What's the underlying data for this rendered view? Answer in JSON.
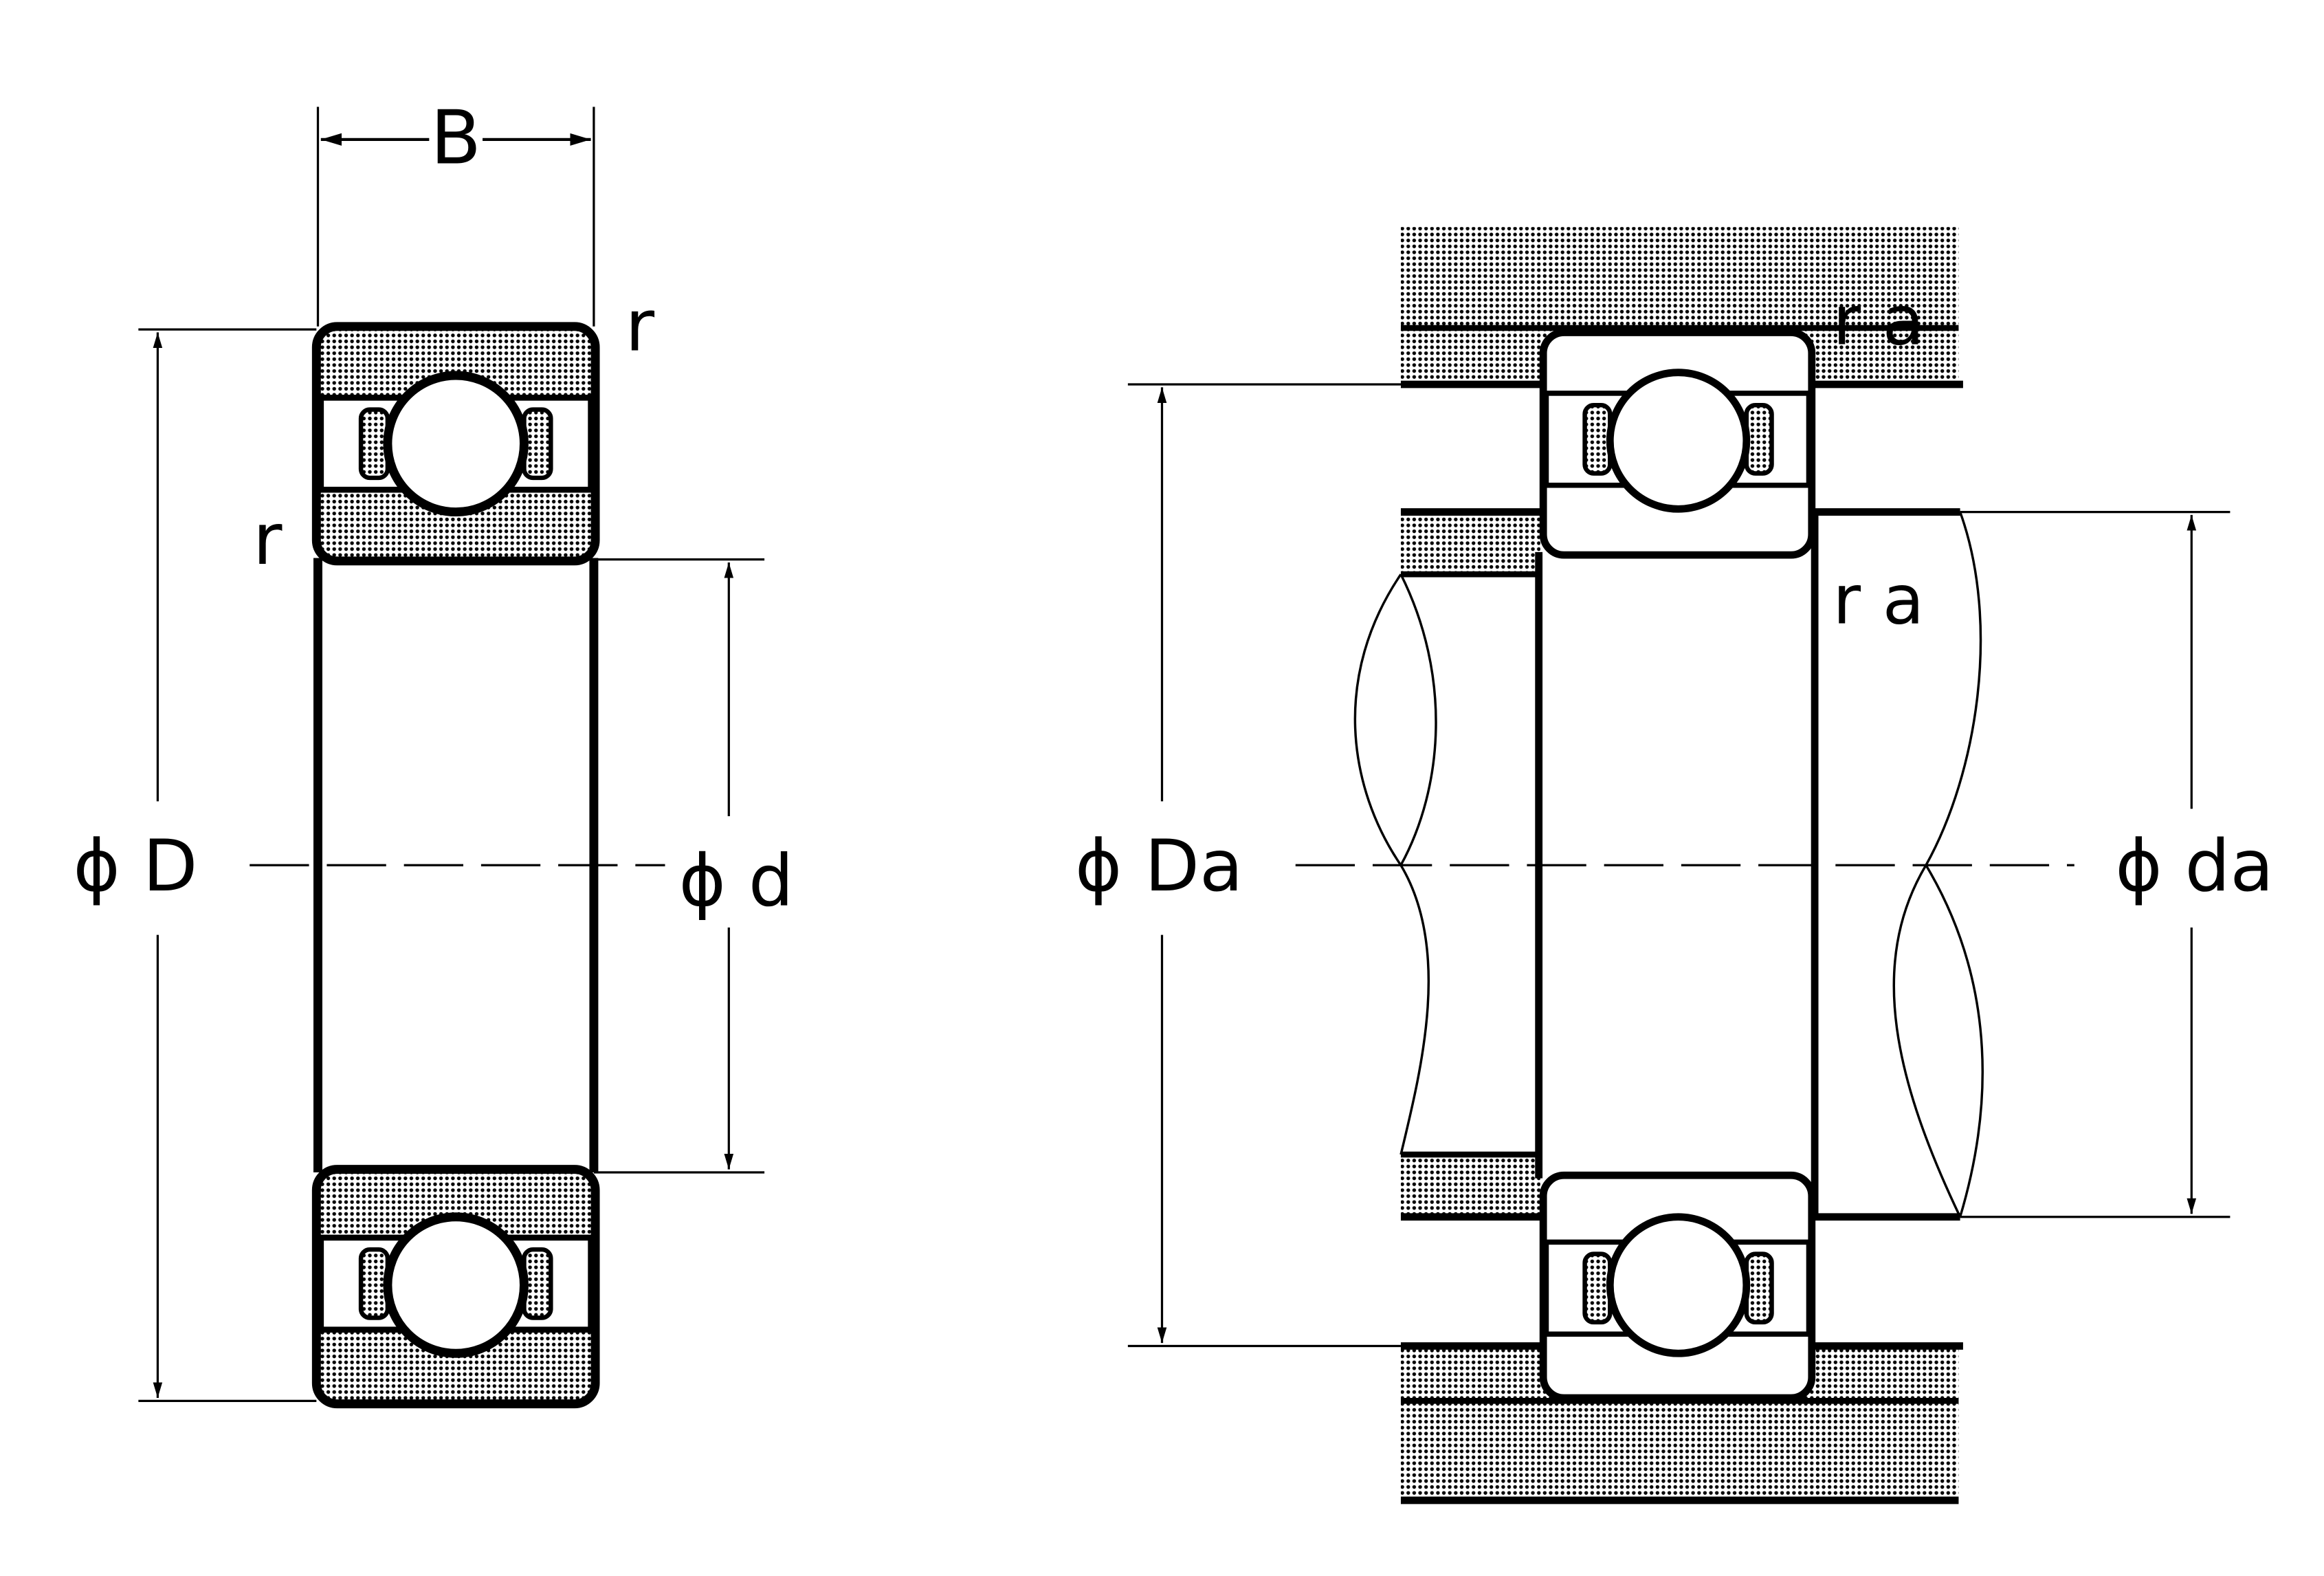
{
  "labels": {
    "width": "B",
    "corner_radius": "r",
    "outer_diameter": "ϕ D",
    "bore_diameter": "ϕ d",
    "housing_diameter": "ϕ Da",
    "shaft_diameter": "ϕ da",
    "fillet_radius": "r a"
  },
  "colors": {
    "line": "#000000",
    "background": "#ffffff",
    "hatch_fill": "dot-pattern"
  }
}
